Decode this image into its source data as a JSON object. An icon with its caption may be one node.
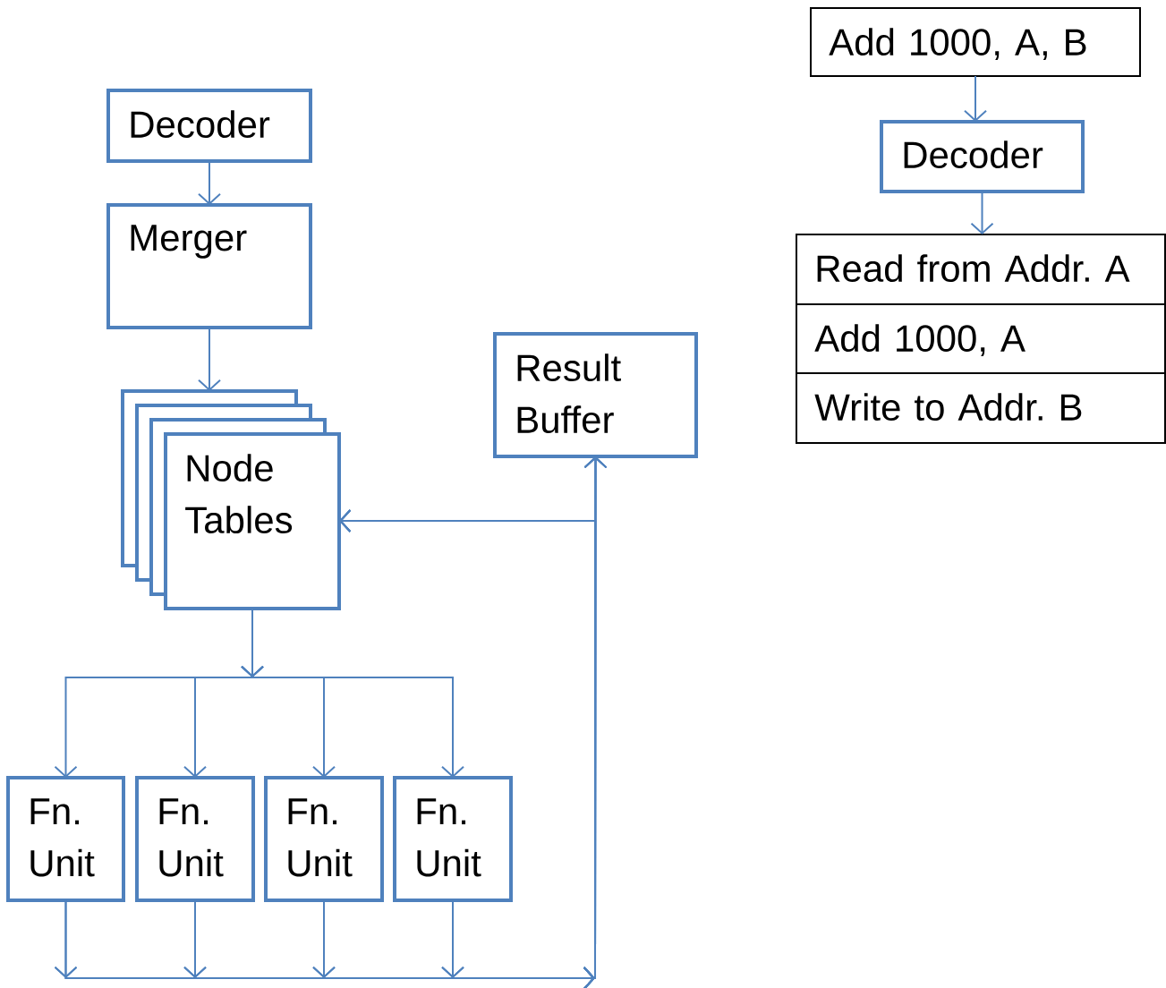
{
  "diagram": {
    "nodes": [
      {
        "text": [
          "Decoder"
        ]
      },
      {
        "text": [
          "Merger"
        ]
      },
      {
        "text": [
          "Node Tables"
        ]
      },
      {
        "text": [
          "Result Buffer"
        ]
      },
      {
        "text": [
          "Fn. Unit"
        ]
      },
      {
        "text": [
          "Fn. Unit"
        ]
      },
      {
        "text": [
          "Fn. Unit"
        ]
      },
      {
        "text": [
          "Fn. Unit"
        ]
      },
      {
        "text": [
          "Add  1000, A, B"
        ]
      },
      {
        "text": [
          "Decoder"
        ]
      },
      {
        "text": [],
        "shape": "box"
      },
      {
        "text": [
          "Read from Addr. A"
        ],
        "in": 10
      },
      {
        "text": [
          "Add 1000, A"
        ],
        "in": 10
      },
      {
        "text": [
          "Write to Addr. B"
        ],
        "in": 10
      }
    ],
    "edges": [
      {
        "from": 0,
        "to": 1,
        "arrow": "to"
      },
      {
        "from": 1,
        "to": 2,
        "arrow": "to"
      },
      {
        "from": 2,
        "to": 4,
        "arrow": "to"
      },
      {
        "from": 2,
        "to": 5,
        "arrow": "to"
      },
      {
        "from": 2,
        "to": 6,
        "arrow": "to"
      },
      {
        "from": 2,
        "to": 7,
        "arrow": "to"
      },
      {
        "from": 4,
        "to": 3,
        "arrow": "to"
      },
      {
        "from": 5,
        "to": 3,
        "arrow": "to"
      },
      {
        "from": 6,
        "to": 3,
        "arrow": "to"
      },
      {
        "from": 7,
        "to": 3,
        "arrow": "to"
      },
      {
        "from": 4,
        "to": 2,
        "arrow": "to"
      },
      {
        "from": 5,
        "to": 2,
        "arrow": "to"
      },
      {
        "from": 6,
        "to": 2,
        "arrow": "to"
      },
      {
        "from": 7,
        "to": 2,
        "arrow": "to"
      },
      {
        "from": 8,
        "to": 9,
        "arrow": "to"
      },
      {
        "from": 9,
        "to": 10,
        "arrow": "to"
      }
    ]
  }
}
